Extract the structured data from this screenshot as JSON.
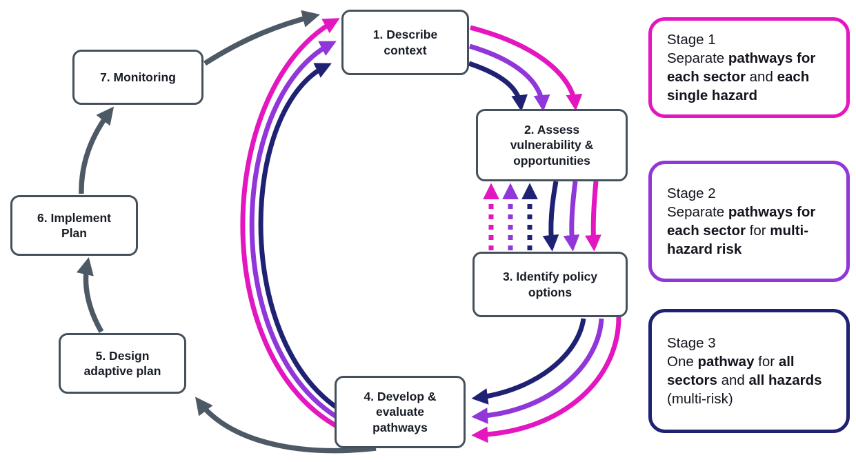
{
  "steps": [
    {
      "id": 1,
      "lines": [
        "1. Describe",
        "context"
      ]
    },
    {
      "id": 2,
      "lines": [
        "2. Assess",
        "vulnerability &",
        "opportunities"
      ]
    },
    {
      "id": 3,
      "lines": [
        "3. Identify policy",
        "options"
      ]
    },
    {
      "id": 4,
      "lines": [
        "4. Develop &",
        "evaluate",
        "pathways"
      ]
    },
    {
      "id": 5,
      "lines": [
        "5. Design",
        "adaptive plan"
      ]
    },
    {
      "id": 6,
      "lines": [
        "6. Implement",
        "Plan"
      ]
    },
    {
      "id": 7,
      "lines": [
        "7. Monitoring"
      ]
    }
  ],
  "legend": {
    "stage1": {
      "title": "Stage 1",
      "seg1": "Separate ",
      "seg2": "pathways for each sector",
      "seg3": " and ",
      "seg4": "each single hazard"
    },
    "stage2": {
      "title": "Stage 2",
      "seg1": "Separate ",
      "seg2": "pathways for each sector",
      "seg3": " for ",
      "seg4": "multi-hazard risk"
    },
    "stage3": {
      "title": "Stage 3",
      "seg1": "One ",
      "seg2": "pathway",
      "seg3": " for ",
      "seg4": "all sectors",
      "seg5": " and ",
      "seg6": "all hazards",
      "seg7": " (multi-risk)"
    }
  },
  "colors": {
    "stage1_magenta": "#E316BF",
    "stage2_purple": "#9136D9",
    "stage3_navy": "#1F2173",
    "process_gray": "#4D5964",
    "box_border": "#44505C"
  }
}
